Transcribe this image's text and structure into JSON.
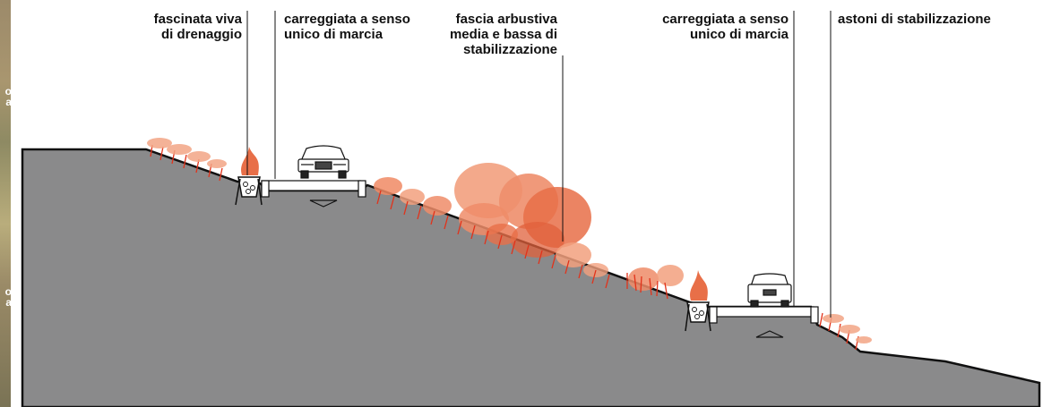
{
  "labels": {
    "drainage": "fascinata viva\ndi drenaggio",
    "road_upper": "carreggiata a senso\nunico di marcia",
    "shrub_band": "fascia arbustiva\nmedia e bassa di\nstabilizzazione",
    "road_lower": "carreggiata a senso\nunico di marcia",
    "stakes": "astoni di stabilizzazione"
  },
  "left_strip": {
    "text_top": "o\na",
    "text_bottom": "o\na"
  },
  "colors": {
    "ground": "#8a8a8b",
    "vegetation_light": "#f2a07e",
    "vegetation_dark": "#e0603b",
    "stakes": "#e2321a",
    "outline": "#111111"
  }
}
